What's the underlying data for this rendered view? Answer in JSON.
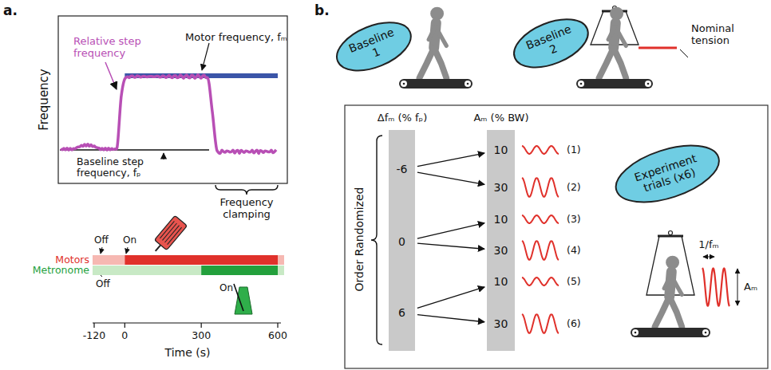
{
  "diagram": {
    "nodes": [
      {
        "text": [
          "Baseline 1"
        ]
      },
      {
        "text": [
          "Baseline 2"
        ]
      },
      {
        "text": [
          "Experiment trials (x6)"
        ]
      },
      {
        "text": [
          "-6"
        ]
      },
      {
        "text": [
          "0"
        ]
      },
      {
        "text": [
          "6"
        ]
      },
      {
        "text": [
          "10"
        ]
      },
      {
        "text": [
          "30"
        ]
      },
      {
        "text": [
          "10"
        ]
      },
      {
        "text": [
          "30"
        ]
      },
      {
        "text": [
          "10"
        ]
      },
      {
        "text": [
          "30"
        ]
      }
    ],
    "edges": [
      {
        "from": 3,
        "to": 6,
        "arrow": "to"
      },
      {
        "from": 3,
        "to": 7,
        "arrow": "to"
      },
      {
        "from": 4,
        "to": 8,
        "arrow": "to"
      },
      {
        "from": 4,
        "to": 9,
        "arrow": "to"
      },
      {
        "from": 5,
        "to": 10,
        "arrow": "to"
      },
      {
        "from": 5,
        "to": 11,
        "arrow": "to"
      }
    ],
    "labels": [
      "a.",
      "b.",
      "Frequency",
      "Motor frequency, fₘ",
      "Relative step frequency",
      "Baseline step frequency, fₚ",
      "Frequency clamping",
      "Off",
      "On",
      "Motors",
      "Metronome",
      "Off",
      "On",
      "-120",
      "0",
      "300",
      "600",
      "Time (s)",
      "Nominal tension",
      "Δfₘ (% fₚ)",
      "Aₘ (% BW)",
      "Order Randomized",
      "(1)",
      "(2)",
      "(3)",
      "(4)",
      "(5)",
      "(6)",
      "1/fₘ",
      "Aₘ"
    ]
  }
}
